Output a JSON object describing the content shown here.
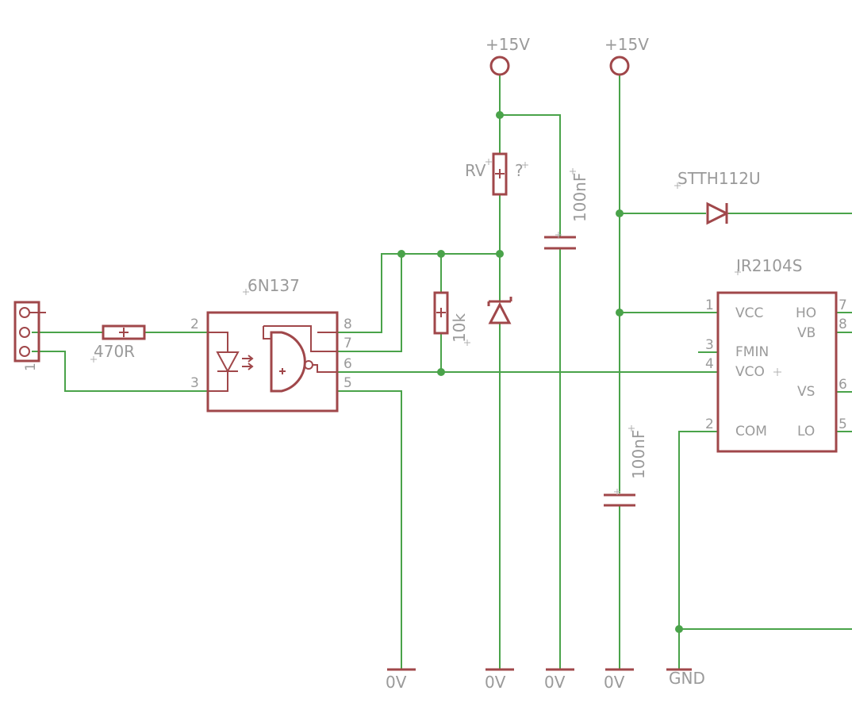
{
  "labels": {
    "supply_1": "+15V",
    "supply_2": "+15V",
    "rv_name": "RV",
    "rv_value": "?",
    "cap_top_value": "100nF",
    "cap_bottom_value": "100nF",
    "diode_name": "STTH112U",
    "driver_name": "IR2104S",
    "opto_name": "6N137",
    "resistor_in_value": "470R",
    "resistor_pull_value": "10k",
    "connector_pin": "1",
    "ground_1": "0V",
    "ground_2": "0V",
    "ground_3": "0V",
    "ground_4": "0V",
    "ground_gnd": "GND"
  },
  "opto_pins": {
    "p2": "2",
    "p3": "3",
    "p8": "8",
    "p7": "7",
    "p6": "6",
    "p5": "5"
  },
  "driver": {
    "pins": {
      "p1": "1",
      "p3": "3",
      "p4": "4",
      "p2": "2",
      "p7": "7",
      "p8": "8",
      "p6": "6",
      "p5": "5"
    },
    "names": {
      "vcc": "VCC",
      "fmin": "FMIN",
      "vco": "VCO",
      "com": "COM",
      "ho": "HO",
      "vb": "VB",
      "vs": "VS",
      "lo": "LO"
    }
  }
}
